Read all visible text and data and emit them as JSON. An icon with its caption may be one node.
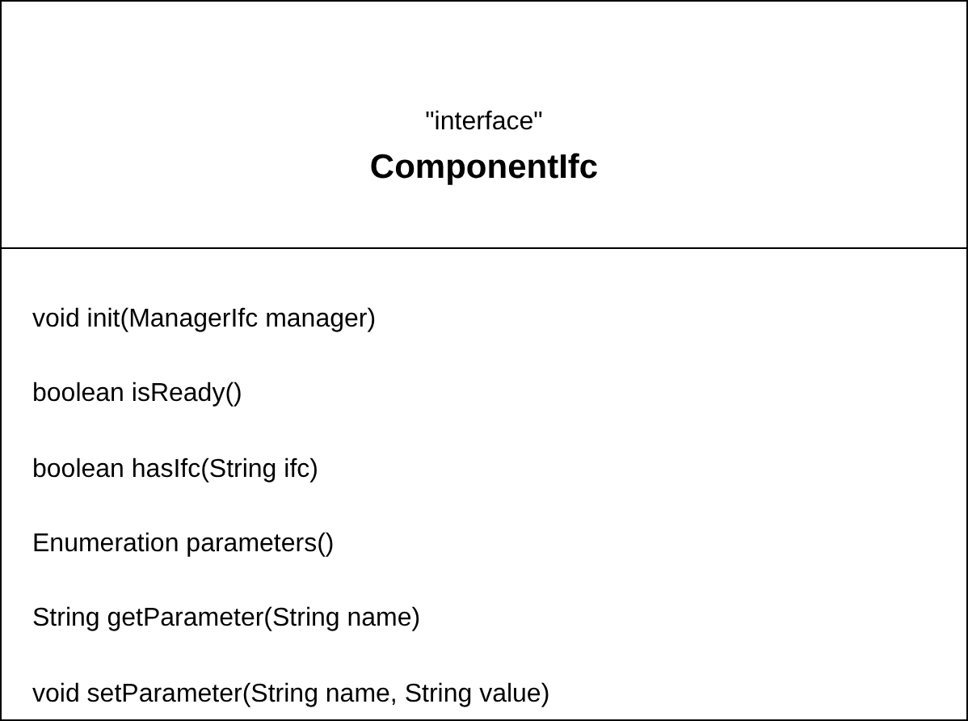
{
  "diagram": {
    "nodes": [
      {
        "text": [
          "\"interface\"",
          "ComponentIfc",
          "void init(ManagerIfc manager)",
          "boolean isReady()",
          "boolean hasIfc(String ifc)",
          "Enumeration parameters()",
          "String getParameter(String name)",
          "void setParameter(String name, String value)"
        ]
      }
    ]
  }
}
